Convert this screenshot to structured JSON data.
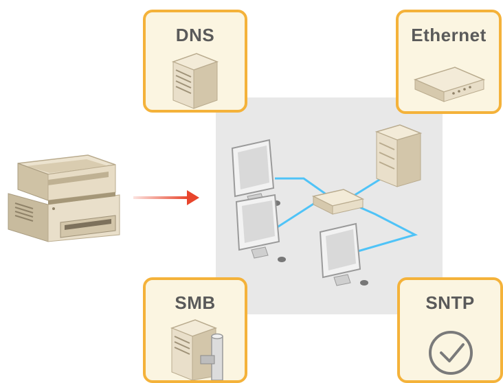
{
  "cards": {
    "dns": {
      "label": "DNS",
      "icon": "server-tower-icon"
    },
    "ethernet": {
      "label": "Ethernet",
      "icon": "network-hub-icon"
    },
    "smb": {
      "label": "SMB",
      "icon": "server-with-pipe-icon"
    },
    "sntp": {
      "label": "SNTP",
      "icon": "clock-icon"
    }
  },
  "colors": {
    "card_border": "#f4b23a",
    "card_fill": "#fbf5e1",
    "label_text": "#5a5a5a",
    "arrow": "#e8452c",
    "cable": "#4fc3f7",
    "panel": "#e8e8e8"
  },
  "icons": {
    "printer": "multifunction-printer-icon",
    "arrow": "arrow-right-icon",
    "network": [
      "computer-monitor-icon",
      "computer-monitor-icon",
      "computer-monitor-icon",
      "network-hub-icon",
      "server-tower-icon"
    ]
  }
}
